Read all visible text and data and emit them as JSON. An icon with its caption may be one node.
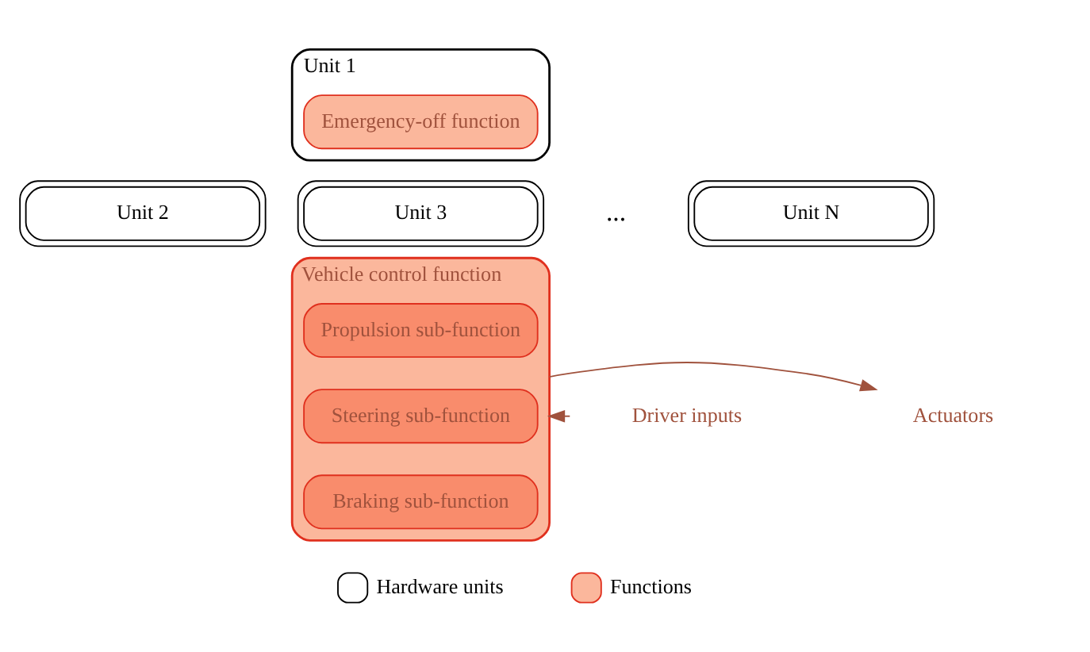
{
  "diagram": {
    "nodes": [
      {
        "text": [
          "Unit 1"
        ]
      },
      {
        "text": [
          "Emergency-off function"
        ],
        "in": 0
      },
      {
        "text": [
          "Unit 2"
        ]
      },
      {
        "text": [
          "Unit 3"
        ]
      },
      {
        "text": [
          "Unit N"
        ]
      },
      {
        "text": [
          "Vehicle control function"
        ]
      },
      {
        "text": [
          "Propulsion sub-function"
        ],
        "in": 5
      },
      {
        "text": [
          "Steering sub-function"
        ],
        "in": 5
      },
      {
        "text": [
          "Braking sub-function"
        ],
        "in": 5
      },
      {
        "text": [
          "Driver inputs"
        ]
      },
      {
        "text": [
          "Actuators"
        ]
      }
    ],
    "edges": [
      {
        "from": 9,
        "to": 5,
        "arrow": "to"
      },
      {
        "from": 5,
        "to": 10,
        "arrow": "to"
      }
    ],
    "labels": [
      "..."
    ],
    "legend": [
      {
        "text": "Hardware units"
      },
      {
        "text": "Functions",
        "color": "#fbb79c"
      }
    ]
  }
}
